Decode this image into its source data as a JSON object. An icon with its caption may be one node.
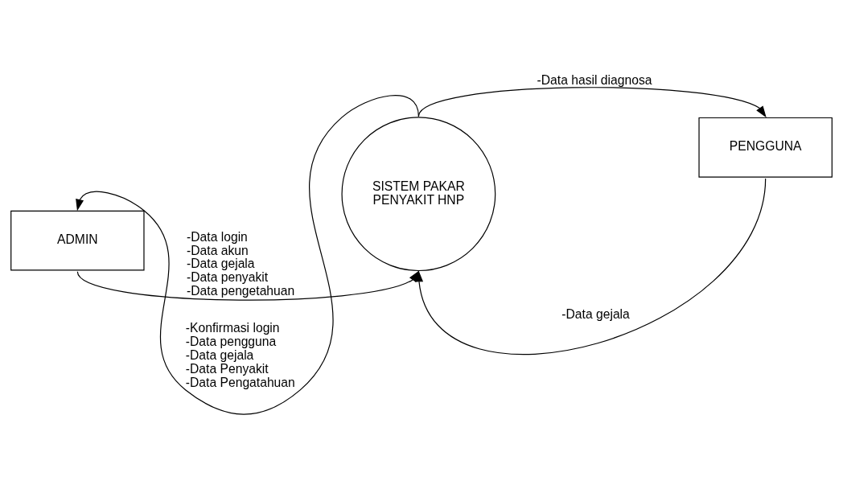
{
  "diagram": {
    "nodes": [
      {
        "text": [
          "ADMIN"
        ]
      },
      {
        "text": [
          "SISTEM PAKAR PENYAKIT HNP"
        ]
      },
      {
        "text": [
          "PENGGUNA"
        ]
      }
    ],
    "edges": [
      {
        "from": 1,
        "to": 0,
        "arrow": "to",
        "label": "-Konfirmasi login -Data pengguna -Data gejala -Data Penyakit -Data Pengatahuan"
      },
      {
        "from": 1,
        "to": 2,
        "arrow": "to",
        "label": "-Data hasil diagnosa"
      },
      {
        "from": 0,
        "to": 1,
        "arrow": "to",
        "label": "-Data login -Data akun -Data gejala -Data penyakit -Data pengetahuan"
      },
      {
        "from": 2,
        "to": 1,
        "arrow": "to",
        "label": "-Data gejala"
      }
    ]
  }
}
